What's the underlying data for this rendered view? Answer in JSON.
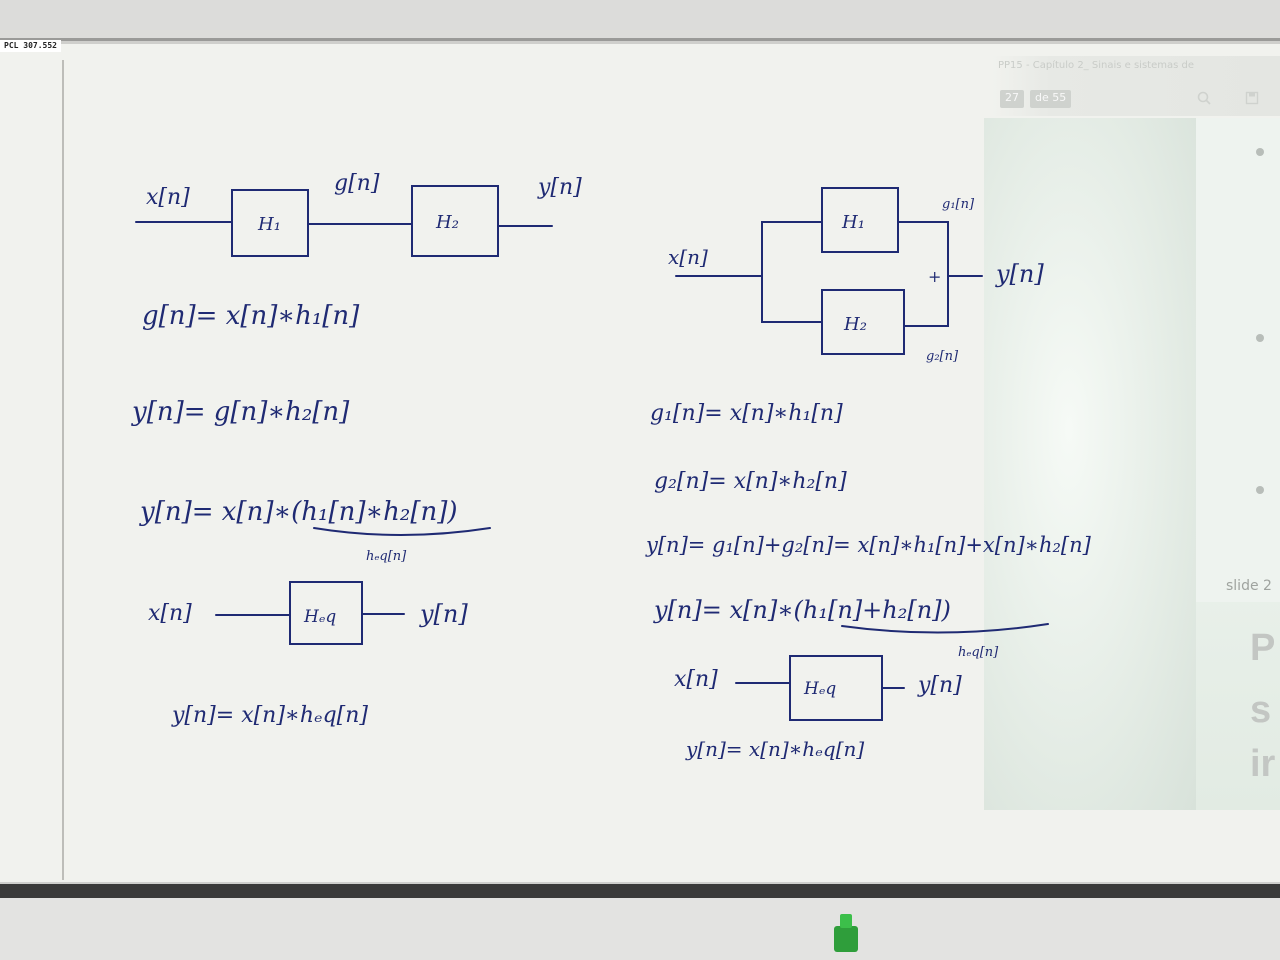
{
  "sticker": "PCL 307.552",
  "projection": {
    "title": "PP15 - Capítulo 2_ Sinais e sistemas de",
    "page_current": "27",
    "page_total": "de 55",
    "slide_label": "slide 2",
    "slide_words": [
      "P",
      "s",
      "ir"
    ]
  },
  "series_diagram": {
    "input": "x[n]",
    "mid": "g[n]",
    "output": "y[n]",
    "block1": "H₁",
    "block2": "H₂"
  },
  "series_equations": [
    "g[n]= x[n]∗h₁[n]",
    "y[n]= g[n]∗h₂[n]",
    "y[n]= x[n]∗(h₁[n]∗h₂[n])"
  ],
  "series_heq_label": "hₑq[n]",
  "series_equivalent": {
    "input": "x[n]",
    "block": "Hₑq",
    "output": "y[n]"
  },
  "series_final": "y[n]= x[n]∗hₑq[n]",
  "parallel_diagram": {
    "input": "x[n]",
    "block1": "H₁",
    "block2": "H₂",
    "out1": "g₁[n]",
    "out2": "g₂[n]",
    "sum": "+",
    "output": "y[n]"
  },
  "parallel_equations": [
    "g₁[n]= x[n]∗h₁[n]",
    "g₂[n]= x[n]∗h₂[n]",
    "y[n]= g₁[n]+g₂[n]= x[n]∗h₁[n]+x[n]∗h₂[n]",
    "y[n]= x[n]∗(h₁[n]+h₂[n])"
  ],
  "parallel_heq_label": "hₑq[n]",
  "parallel_equivalent": {
    "input": "x[n]",
    "block": "Hₑq",
    "output": "y[n]"
  },
  "parallel_final": "y[n]= x[n]∗hₑq[n]"
}
